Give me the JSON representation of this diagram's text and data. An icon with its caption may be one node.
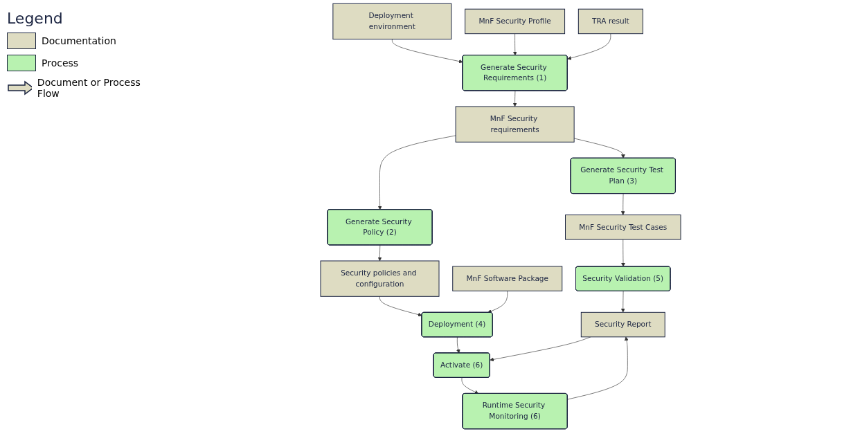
{
  "diagram": {
    "nodes": [
      {
        "text": [
          "Deployment environment"
        ]
      },
      {
        "text": [
          "MnF Security Profile"
        ]
      },
      {
        "text": [
          "TRA result"
        ]
      },
      {
        "text": [
          "Generate Security Requirements (1)"
        ]
      },
      {
        "text": [
          "MnF Security requirements"
        ]
      },
      {
        "text": [
          "Generate Security Test Plan (3)"
        ]
      },
      {
        "text": [
          "Generate Security Policy (2)"
        ]
      },
      {
        "text": [
          "Security policies and configuration"
        ]
      },
      {
        "text": [
          "MnF Security Test Cases"
        ]
      },
      {
        "text": [
          "Deployment (4)"
        ]
      },
      {
        "text": [
          "MnF Software Package"
        ]
      },
      {
        "text": [
          "Security Validation (5)"
        ]
      },
      {
        "text": [
          "Security Report"
        ]
      },
      {
        "text": [
          "Activate (6)"
        ]
      },
      {
        "text": [
          "Runtime Security Monitoring (6)"
        ]
      }
    ],
    "edges": [
      {
        "from": 0,
        "to": 3,
        "arrow": "to"
      },
      {
        "from": 1,
        "to": 3,
        "arrow": "to"
      },
      {
        "from": 2,
        "to": 3,
        "arrow": "to"
      },
      {
        "from": 3,
        "to": 4,
        "arrow": "to"
      },
      {
        "from": 4,
        "to": 5,
        "arrow": "to"
      },
      {
        "from": 4,
        "to": 6,
        "arrow": "to"
      },
      {
        "from": 6,
        "to": 7,
        "arrow": "to"
      },
      {
        "from": 5,
        "to": 8,
        "arrow": "to"
      },
      {
        "from": 7,
        "to": 9,
        "arrow": "to"
      },
      {
        "from": 10,
        "to": 9,
        "arrow": "to"
      },
      {
        "from": 8,
        "to": 11,
        "arrow": "to"
      },
      {
        "from": 9,
        "to": 13,
        "arrow": "to"
      },
      {
        "from": 11,
        "to": 12,
        "arrow": "to"
      },
      {
        "from": 12,
        "to": 13,
        "arrow": "to"
      },
      {
        "from": 14,
        "to": 12,
        "arrow": "to"
      },
      {
        "from": 13,
        "to": 14,
        "arrow": "to"
      }
    ],
    "labels": [
      "Legend"
    ],
    "legend": [
      {
        "text": "Documentation",
        "color": "#dedcc2"
      },
      {
        "text": "Process",
        "color": "#b8f2b0"
      },
      {
        "text": "Document or Process Flow"
      }
    ]
  }
}
